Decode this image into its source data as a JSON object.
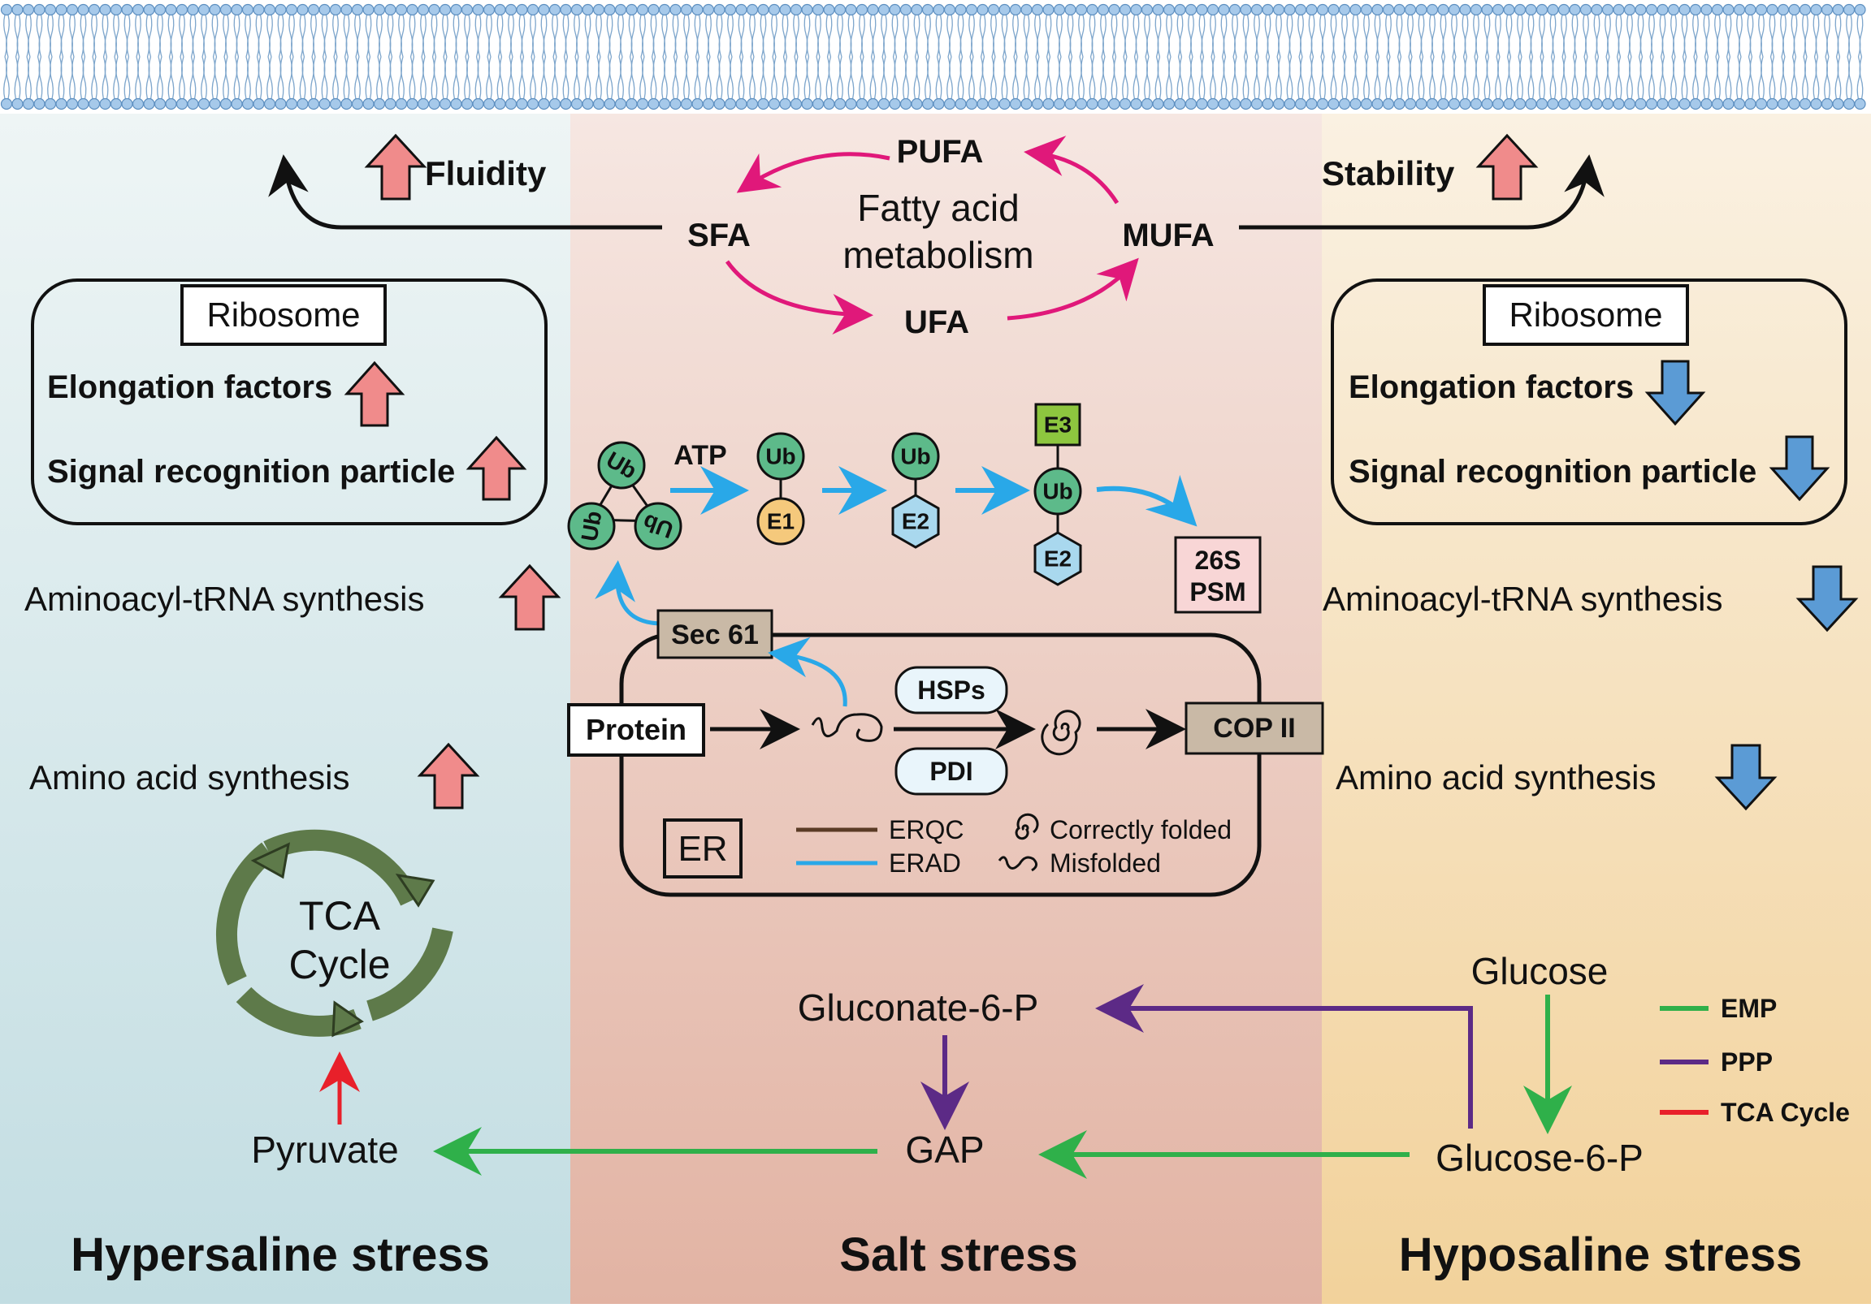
{
  "panels": {
    "left_title": "Hypersaline stress",
    "center_title": "Salt stress",
    "right_title": "Hyposaline stress"
  },
  "membrane": {
    "left_effect": "Fluidity",
    "right_effect": "Stability"
  },
  "fatty_acid": {
    "center_line1": "Fatty acid",
    "center_line2": "metabolism",
    "pufa": "PUFA",
    "sfa": "SFA",
    "mufa": "MUFA",
    "ufa": "UFA"
  },
  "left": {
    "ribosome": "Ribosome",
    "elongation": "Elongation factors",
    "srp": "Signal recognition particle",
    "aminoacyl": "Aminoacyl-tRNA synthesis",
    "amino_acid": "Amino acid synthesis",
    "tca_line1": "TCA",
    "tca_line2": "Cycle",
    "pyruvate": "Pyruvate"
  },
  "right": {
    "ribosome": "Ribosome",
    "elongation": "Elongation factors",
    "srp": "Signal recognition particle",
    "aminoacyl": "Aminoacyl-tRNA synthesis",
    "amino_acid": "Amino acid synthesis",
    "glucose": "Glucose",
    "glucose6p": "Glucose-6-P"
  },
  "center": {
    "atp": "ATP",
    "ub": "Ub",
    "e1": "E1",
    "e2": "E2",
    "e3": "E3",
    "psm_line1": "26S",
    "psm_line2": "PSM",
    "sec61": "Sec 61",
    "protein": "Protein",
    "hsps": "HSPs",
    "pdi": "PDI",
    "copii": "COP II",
    "er": "ER",
    "erqc": "ERQC",
    "erad": "ERAD",
    "correctly_folded": "Correctly folded",
    "misfolded": "Misfolded",
    "gluconate6p": "Gluconate-6-P",
    "gap": "GAP"
  },
  "legend": {
    "emp": "EMP",
    "ppp": "PPP",
    "tca": "TCA Cycle"
  },
  "colors": {
    "left_bg": "#d3e5e7",
    "center_bg": "#e7c7bd",
    "right_bg": "#f3dcb3",
    "membrane": "#a6c9ea",
    "up_arrow": "#f08b8b",
    "down_arrow": "#5b9bd5",
    "fatty_acid_arrow": "#e0187a",
    "erad_blue": "#29a8e8",
    "erqc_brown": "#5a3b25",
    "ub_green": "#5dba8a",
    "e1_orange": "#f5c97c",
    "e2_blue": "#a9d8ee",
    "e3_green": "#8dc63f",
    "sec61_fill": "#c9b9a6",
    "emp_green": "#2fb04a",
    "ppp_purple": "#5c2a86",
    "tca_red": "#e8202a",
    "tca_cycle": "#5e7a4a"
  }
}
